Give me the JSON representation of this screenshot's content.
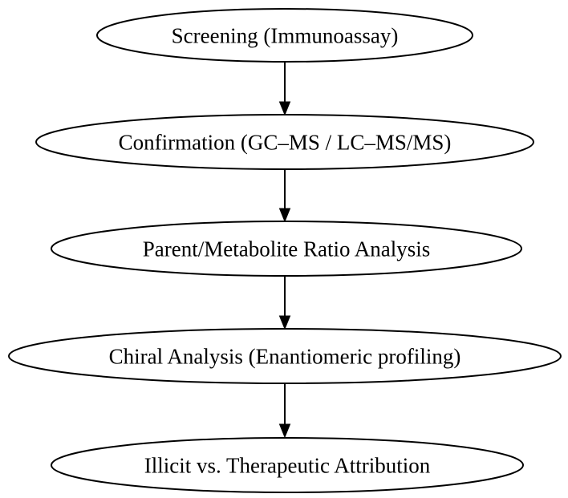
{
  "diagram": {
    "type": "flowchart",
    "background_color": "#ffffff",
    "node_fill_color": "#ffffff",
    "node_stroke_color": "#000000",
    "text_color": "#000000",
    "nodes": [
      {
        "id": "screening",
        "shape": "ellipse",
        "label": "Screening (Immunoassay)"
      },
      {
        "id": "confirmation",
        "shape": "ellipse",
        "label": "Confirmation (GC–MS / LC–MS/MS)"
      },
      {
        "id": "ratio",
        "shape": "ellipse",
        "label": "Parent/Metabolite Ratio Analysis"
      },
      {
        "id": "chiral",
        "shape": "ellipse",
        "label": "Chiral Analysis (Enantiomeric profiling)"
      },
      {
        "id": "attribution",
        "shape": "ellipse",
        "label": "Illicit vs. Therapeutic Attribution"
      }
    ],
    "edges": [
      {
        "from": "screening",
        "to": "confirmation",
        "style": "solid-arrow"
      },
      {
        "from": "confirmation",
        "to": "ratio",
        "style": "solid-arrow"
      },
      {
        "from": "ratio",
        "to": "chiral",
        "style": "solid-arrow"
      },
      {
        "from": "chiral",
        "to": "attribution",
        "style": "solid-arrow"
      }
    ]
  }
}
